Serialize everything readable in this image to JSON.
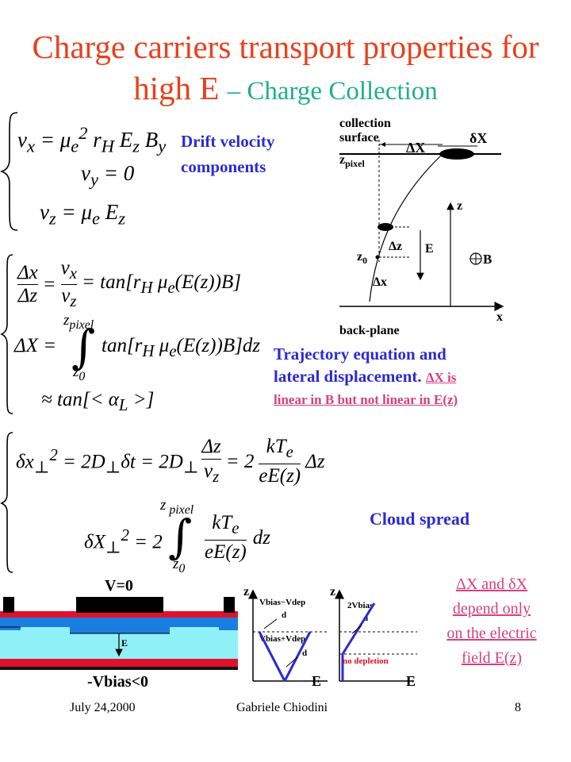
{
  "title": {
    "line1": "Charge carriers transport properties for",
    "line2_main": "high E ",
    "line2_sub": "– Charge Collection"
  },
  "eq1": {
    "vx": "v<sub>x</sub> = μ<sub>e</sub><sup>2</sup> r<sub>H</sub> E<sub>z</sub> B<sub>y</sub>",
    "vy": "v<sub>y</sub> = 0",
    "vz": "v<sub>z</sub> = μ<sub>e</sub> E<sub>z</sub>"
  },
  "drift_label": [
    "Drift velocity",
    "components"
  ],
  "trajectory_diagram": {
    "collection": "collection",
    "surface": "surface",
    "delta_X": "ΔX",
    "small_delta_X": "δX",
    "z_pixel": "z",
    "z_pixel_sub": "pixel",
    "z_axis": "z",
    "delta_z": "Δz",
    "E": "E",
    "B": "B",
    "z0": "z",
    "z0_sub": "0",
    "delta_x": "Δx",
    "back_plane": "back-plane",
    "x_axis": "x"
  },
  "eq2": {
    "row1_lhs_num": "Δx",
    "row1_lhs_den": "Δz",
    "row1_mid_num": "v<sub>x</sub>",
    "row1_mid_den": "v<sub>z</sub>",
    "row1_rhs": "= tan[r<sub>H</sub> μ<sub>e</sub>(E(z))B]",
    "upper_limit": "z<sub>pixel</sub>",
    "row2_lhs": "ΔX =",
    "row2_rhs": "tan[r<sub>H</sub> μ<sub>e</sub>(E(z))B]dz",
    "lower_limit": "z<sub>0</sub>",
    "row3": "≈ tan[< α<sub>L</sub> >]"
  },
  "trajectory_text": {
    "line1": "Trajectory equation  and",
    "line2": "lateral displacement. ",
    "line2_pink": "ΔX is",
    "line3_pink": "linear in B but not linear in E(z)"
  },
  "eq3": {
    "row1": "δx<sub>⊥</sub><sup>2</sup> = 2D<sub>⊥</sub>δt = 2D<sub>⊥</sub>",
    "frac1_num": "Δz",
    "frac1_den": "v<sub>z</sub>",
    "eq2": "= 2",
    "frac2_num": "kT<sub>e</sub>",
    "frac2_den": "eE(z)",
    "tail": "Δz",
    "upper_limit": "z<sub> pixel</sub>",
    "row2_lhs": "δX<sub>⊥</sub><sup>2</sup> = 2",
    "frac3_num": "kT<sub>e</sub>",
    "frac3_den": "eE(z)",
    "row2_tail": "dz",
    "lower_limit": "z<sub>0</sub>"
  },
  "cloud_label": "Cloud spread",
  "detector": {
    "top_label": "V=0",
    "bottom_label": "-Vbias<0",
    "field_label": "E"
  },
  "plot1": {
    "z": "z",
    "top": "Vbias−Vdep",
    "d1": "d",
    "mid": "Vbias+Vdep",
    "d2": "d",
    "E": "E"
  },
  "plot2": {
    "z": "z",
    "top": "2Vbias",
    "d": "d",
    "no_depletion": "no depletion",
    "E": "E"
  },
  "note": [
    "ΔX and δX",
    "depend only",
    "on the electric",
    "field E(z)"
  ],
  "footer": {
    "date": "July 24,2000",
    "author": "Gabriele Chiodini",
    "page": "8"
  },
  "colors": {
    "title": "#e8401c",
    "subtitle": "#1fae8c",
    "label_blue": "#2b2bd1",
    "pink": "#d6407d",
    "plot_blue": "#2b2bd1"
  }
}
